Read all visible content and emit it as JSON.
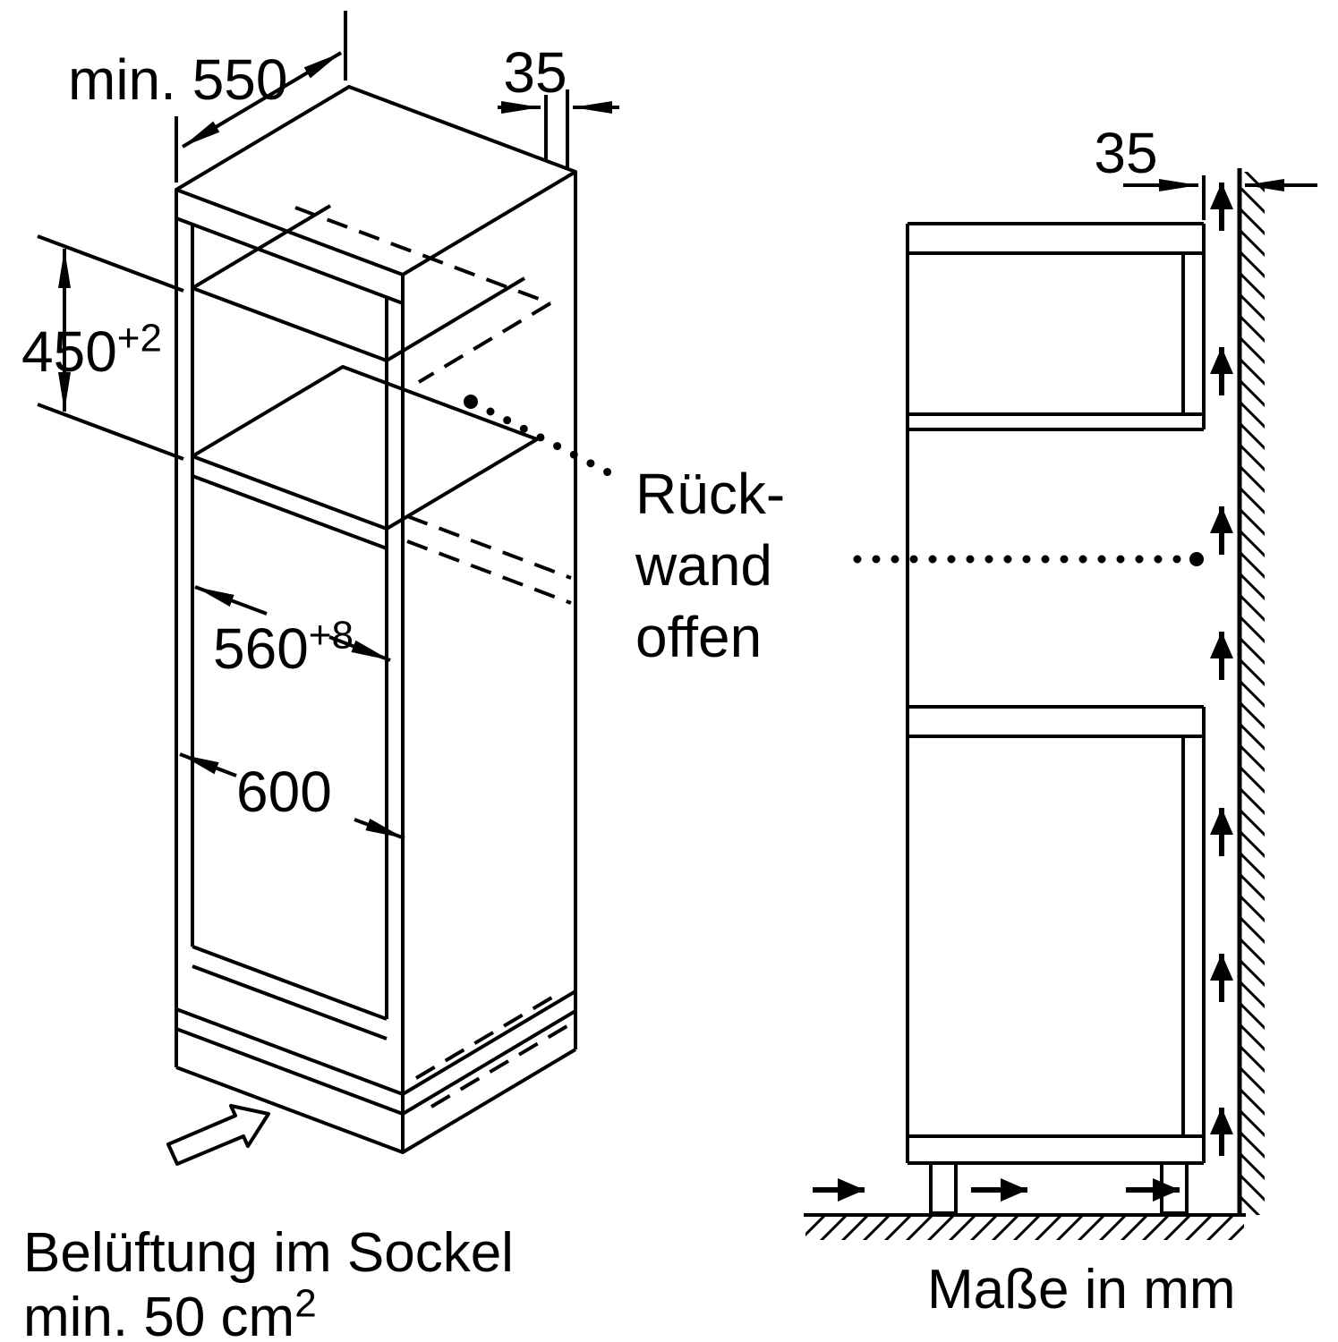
{
  "colors": {
    "line": "#000000",
    "background": "#ffffff"
  },
  "left_diagram": {
    "depth_label": "min. 550",
    "top_gap_label": "35",
    "niche_height": {
      "value": "450",
      "tolerance": "+2"
    },
    "niche_width": {
      "value": "560",
      "tolerance": "+8"
    },
    "outer_width": "600",
    "back_wall_note": {
      "line1": "Rück-",
      "line2": "wand",
      "line3": "offen"
    },
    "ventilation_note": {
      "line1": "Belüftung im Sockel",
      "line2_text": "min. 50 cm",
      "line2_sup": "2"
    }
  },
  "right_diagram": {
    "wall_gap_label": "35",
    "units_label": "Maße in mm"
  }
}
